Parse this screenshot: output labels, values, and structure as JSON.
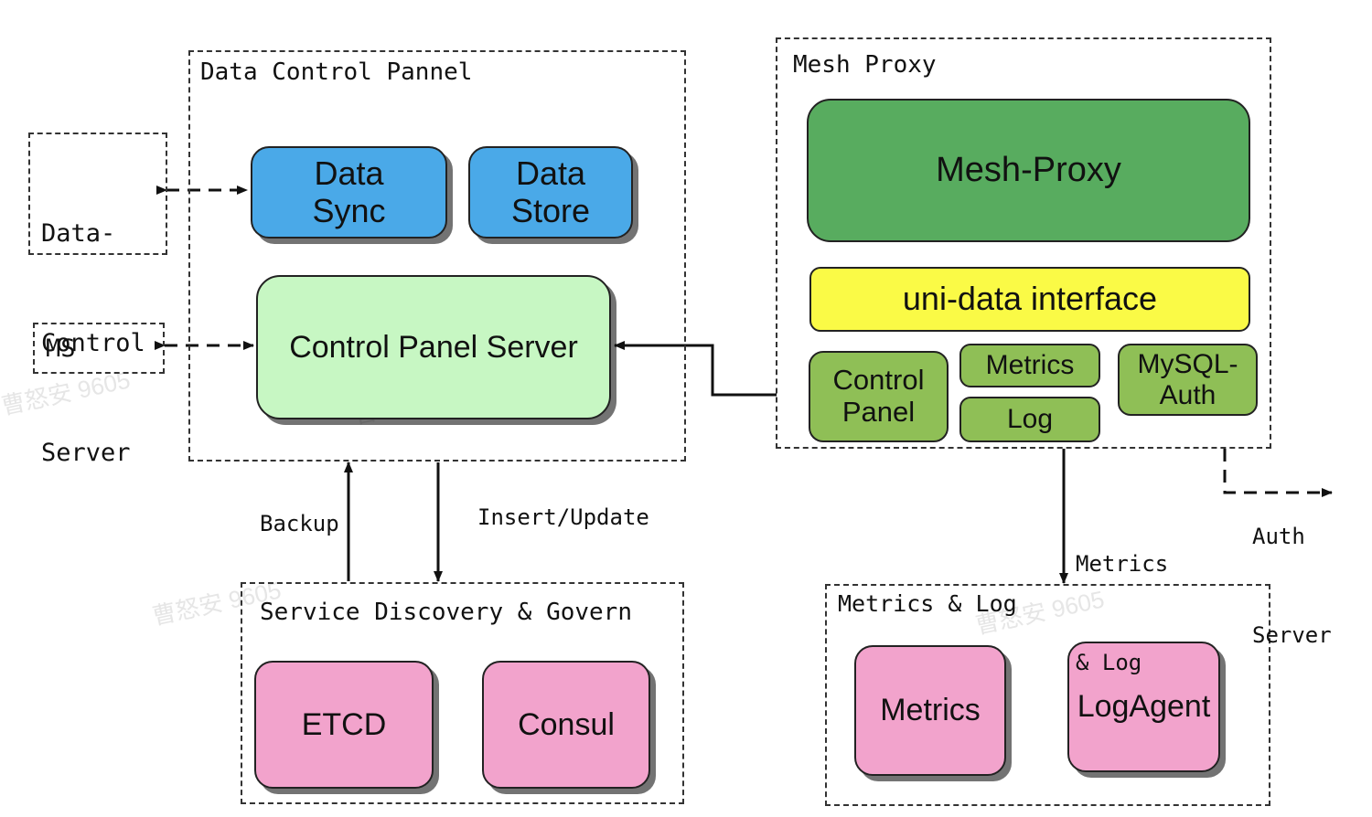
{
  "colors": {
    "data_node": "#4aa9e8",
    "control_server": "#c7f7c3",
    "mesh_proxy": "#58ac5f",
    "uni_data": "#fafa46",
    "mesh_sub": "#8fbf56",
    "storage": "#f2a3cc"
  },
  "groups": {
    "data_control": {
      "label": "Data Control Pannel"
    },
    "mesh_proxy": {
      "label": "Mesh Proxy"
    },
    "service_discovery": {
      "label": "Service Discovery & Govern"
    },
    "metrics_log": {
      "label": "Metrics & Log"
    }
  },
  "external": {
    "data_control_server": {
      "lines": [
        "Data-",
        "Control",
        "Server"
      ]
    },
    "ms": {
      "label": "MS"
    }
  },
  "nodes": {
    "data_sync": {
      "lines": [
        "Data",
        "Sync"
      ]
    },
    "data_store": {
      "lines": [
        "Data",
        "Store"
      ]
    },
    "control_panel_server": {
      "label": "Control Panel Server"
    },
    "mesh_proxy": {
      "label": "Mesh-Proxy"
    },
    "uni_data_interface": {
      "label": "uni-data interface"
    },
    "control_panel": {
      "lines": [
        "Control",
        "Panel"
      ]
    },
    "metrics_sub": {
      "label": "Metrics"
    },
    "log_sub": {
      "label": "Log"
    },
    "mysql_auth": {
      "lines": [
        "MySQL-",
        "Auth"
      ]
    },
    "etcd": {
      "label": "ETCD"
    },
    "consul": {
      "label": "Consul"
    },
    "metrics": {
      "label": "Metrics"
    },
    "logagent": {
      "label": "LogAgent"
    }
  },
  "edges": {
    "backup": {
      "label": "Backup"
    },
    "insert_update": {
      "label": "Insert/Update"
    },
    "metrics_log": {
      "lines": [
        "Metrics",
        "& Log"
      ]
    },
    "auth_server": {
      "lines": [
        "Auth",
        "Server"
      ]
    }
  },
  "watermark": {
    "text": "曹怒安 9605"
  }
}
